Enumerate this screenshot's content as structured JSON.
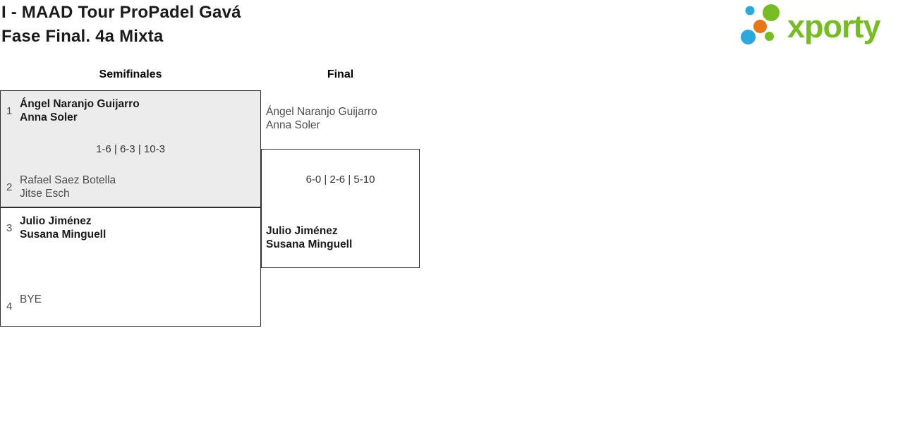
{
  "header": {
    "title": "I - MAAD Tour ProPadel Gavá",
    "subtitle": "Fase Final. 4a Mixta"
  },
  "logo": {
    "text": "xporty",
    "colors": {
      "green": "#76bd22",
      "blue": "#29a9e0",
      "orange": "#e87613"
    }
  },
  "bracket": {
    "round_headers": {
      "semifinals": "Semifinales",
      "final": "Final"
    },
    "semifinal1": {
      "seed1": "1",
      "team1": {
        "player1": "Ángel Naranjo Guijarro",
        "player2": "Anna Soler"
      },
      "score": "1-6 | 6-3 | 10-3",
      "seed2": "2",
      "team2": {
        "player1": "Rafael Saez Botella",
        "player2": "Jitse Esch"
      }
    },
    "semifinal2": {
      "seed1": "3",
      "team1": {
        "player1": "Julio Jiménez",
        "player2": "Susana Minguell"
      },
      "score": "",
      "seed2": "4",
      "team2": {
        "player1": "BYE",
        "player2": ""
      }
    },
    "final": {
      "team1": {
        "player1": "Ángel Naranjo Guijarro",
        "player2": "Anna Soler"
      },
      "score": "6-0 | 2-6 | 5-10",
      "team2": {
        "player1": "Julio Jiménez",
        "player2": "Susana Minguell"
      }
    }
  }
}
